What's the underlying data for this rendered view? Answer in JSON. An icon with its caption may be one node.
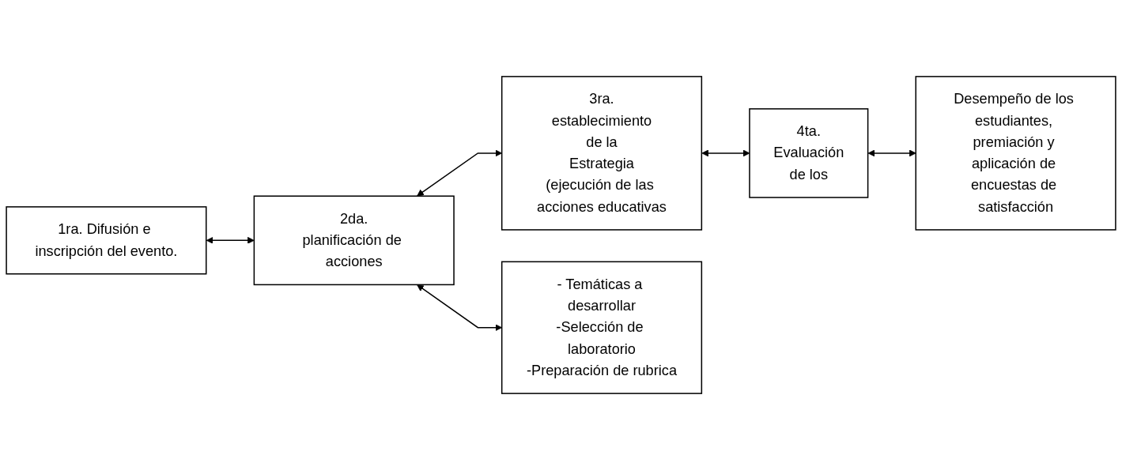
{
  "diagram": {
    "nodes": [
      {
        "text": [
          "1ra. Difusión e inscripción del evento."
        ]
      },
      {
        "text": [
          "2da.",
          "planificación de acciones"
        ]
      },
      {
        "text": [
          "3ra.",
          "establecimiento",
          "de la",
          "Estrategia",
          "(ejecución de las acciones educativas"
        ]
      },
      {
        "text": [
          "4ta.",
          "Evaluación",
          "de los"
        ]
      },
      {
        "text": [
          "- Temáticas a desarrollar",
          "-Selección de laboratorio",
          "-Preparación de rubrica"
        ]
      },
      {
        "text": [
          "Desempeño de los estudiantes, premiación y aplicación de encuestas de satisfacción"
        ]
      }
    ],
    "edges": [
      {
        "from": 0,
        "to": 1,
        "arrow": "both"
      },
      {
        "from": 1,
        "to": 2,
        "arrow": "both"
      },
      {
        "from": 2,
        "to": 3,
        "arrow": "both"
      },
      {
        "from": 1,
        "to": 4,
        "arrow": "both"
      },
      {
        "from": 3,
        "to": 5,
        "arrow": "both"
      }
    ]
  }
}
